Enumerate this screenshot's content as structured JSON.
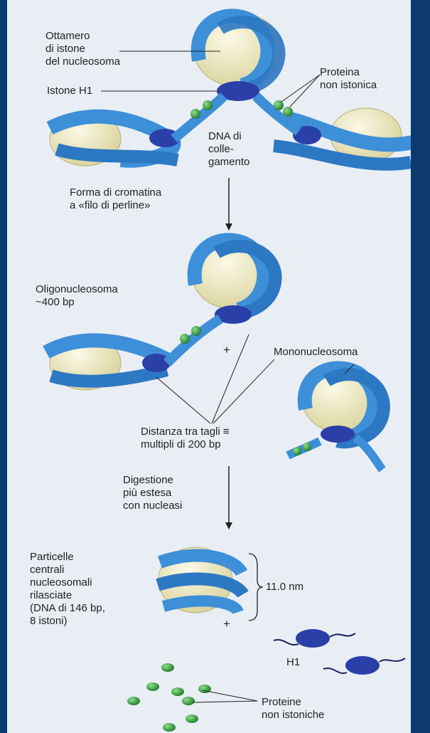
{
  "labels": {
    "octamer": "Ottamero\ndi istone\ndel nucleosoma",
    "h1_top": "Istone H1",
    "nonhistone_top": "Proteina\nnon istonica",
    "linker_dna": "DNA di\ncolle-\ngamento",
    "beads_form": "Forma di cromatina\na «filo di perline»",
    "oligonucleosome": "Oligonucleosoma\n~400 bp",
    "plus_mid": "+",
    "mononucleosome": "Mononucleosoma",
    "cut_distance": "Distanza tra tagli ≡\nmultipli di 200 bp",
    "digestion": "Digestione\npiù estesa\ncon nucleasi",
    "core_particles": "Particelle\ncentrali\nnucleosomali\nrilasciate\n(DNA di 146 bp,\n8 istoni)",
    "size": "11.0 nm",
    "plus_bottom": "+",
    "h1_bottom": "H1",
    "nonhistone_bottom": "Proteine\nnon istoniche"
  },
  "colors": {
    "dna": "#3d8fd8",
    "histone": "#f3efc4",
    "h1": "#2b3fa8",
    "protein": "#2f9a3c",
    "background": "#e9eef4",
    "border": "#0c3a6e"
  }
}
